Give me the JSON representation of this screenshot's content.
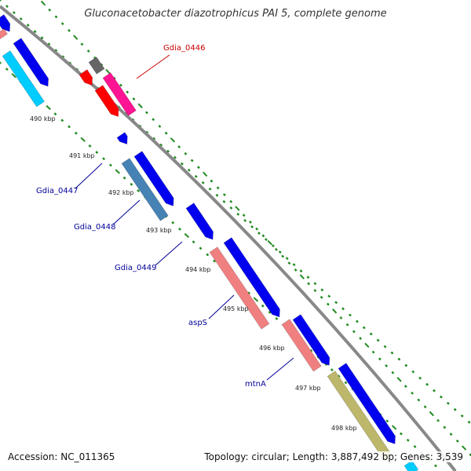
{
  "title": "Gluconacetobacter diazotrophicus PAI 5, complete genome",
  "footer": {
    "accession": "Accession: NC_011365",
    "topology": "Topology: circular; Length: 3,887,492 bp; Genes: 3,539"
  },
  "scale_labels": [
    "490 kbp",
    "491 kbp",
    "492 kbp",
    "493 kbp",
    "494 kbp",
    "495 kbp",
    "496 kbp",
    "497 kbp",
    "498 kbp"
  ],
  "gene_labels": [
    {
      "text": "Gdia_0446",
      "color": "#cc0000"
    },
    {
      "text": "Gdia_0447",
      "color": "#000099"
    },
    {
      "text": "Gdia_0448",
      "color": "#000099"
    },
    {
      "text": "Gdia_0449",
      "color": "#000099"
    },
    {
      "text": "aspS",
      "color": "#000099"
    },
    {
      "text": "mtnA",
      "color": "#000099"
    }
  ],
  "colors": {
    "backbone": "#888888",
    "gene_blue": "#0000ee",
    "gene_red": "#ff0000",
    "gene_pink": "#ff1493",
    "gene_gray": "#666666",
    "gene_steel": "#4682b4",
    "gene_salmon": "#f08080",
    "gene_olive": "#bdb76b",
    "gene_cyan": "#00ccff",
    "tick_green": "#228b22"
  }
}
